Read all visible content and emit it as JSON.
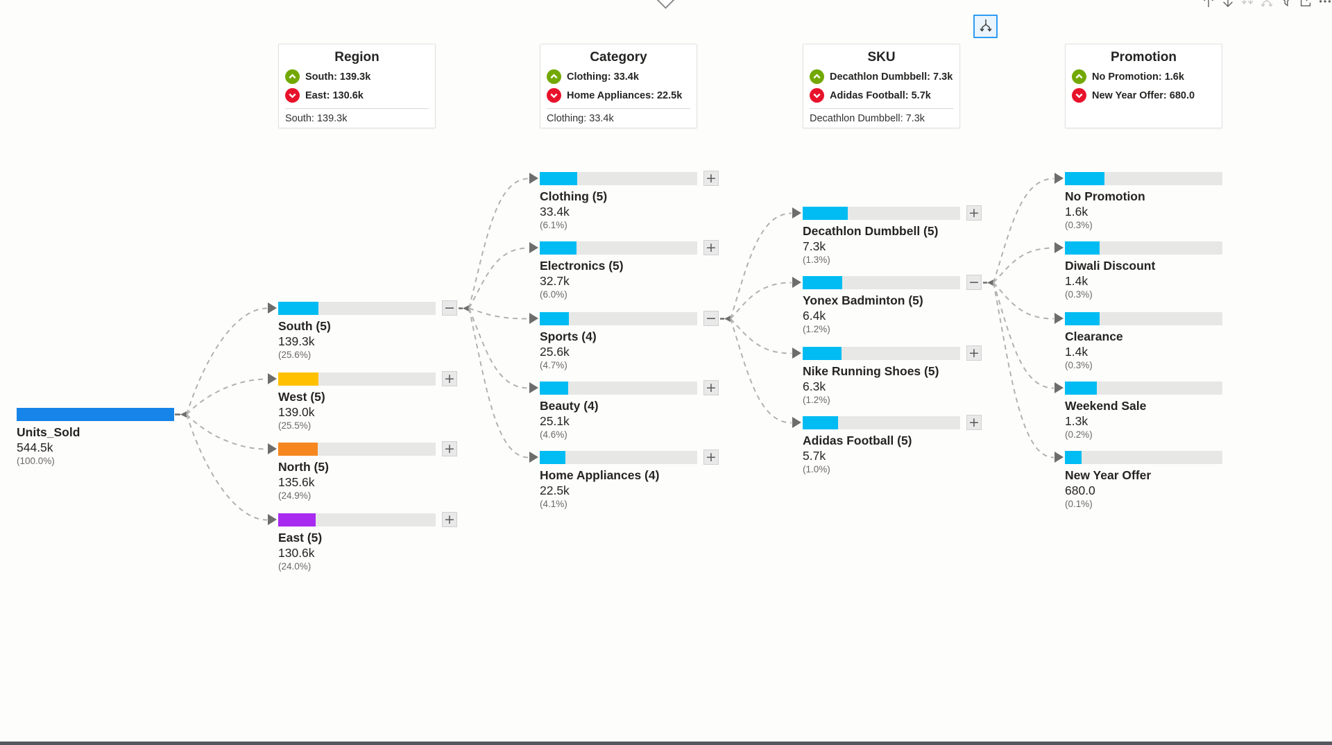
{
  "colors": {
    "root_bar": "#1684e8",
    "cyan_bar": "#00bcf2",
    "west_bar": "#ffc000",
    "north_bar": "#f6871f",
    "east_bar": "#a82bef",
    "increase_badge": "#72a800",
    "decrease_badge": "#e8122b",
    "tree_button_border": "#2d9bf3",
    "bar_track": "#e7e7e6",
    "connector": "#b1b1b1"
  },
  "button_glyphs": {
    "plus": "+",
    "minus": "−"
  },
  "toolbar": {
    "icons": [
      "drill-up",
      "drill-down",
      "go-to-next-level",
      "expand-all",
      "filter",
      "focus-mode",
      "more-options"
    ]
  },
  "headers": [
    {
      "title": "Region",
      "high": "South: 139.3k",
      "low": "East: 130.6k",
      "selected": "South: 139.3k"
    },
    {
      "title": "Category",
      "high": "Clothing: 33.4k",
      "low": "Home Appliances: 22.5k",
      "selected": "Clothing: 33.4k"
    },
    {
      "title": "SKU",
      "high": "Decathlon Dumbbell: 7.3k",
      "low": "Adidas Football: 5.7k",
      "selected": "Decathlon Dumbbell: 7.3k"
    },
    {
      "title": "Promotion",
      "high": "No Promotion: 1.6k",
      "low": "New Year Offer: 680.0",
      "selected": ""
    }
  ],
  "tree": {
    "root": {
      "name": "Units_Sold",
      "value": "544.5k",
      "pct": "(100.0%)",
      "fill": 1,
      "color": "#1684e8"
    },
    "columns": [
      {
        "level": "Region",
        "nodes": [
          {
            "name": "South (5)",
            "value": "139.3k",
            "pct": "(25.6%)",
            "fill": 0.256,
            "color": "#00bcf2",
            "button": "minus",
            "expanded": true
          },
          {
            "name": "West (5)",
            "value": "139.0k",
            "pct": "(25.5%)",
            "fill": 0.255,
            "color": "#ffc000",
            "button": "plus",
            "expanded": false
          },
          {
            "name": "North (5)",
            "value": "135.6k",
            "pct": "(24.9%)",
            "fill": 0.249,
            "color": "#f6871f",
            "button": "plus",
            "expanded": false
          },
          {
            "name": "East (5)",
            "value": "130.6k",
            "pct": "(24.0%)",
            "fill": 0.24,
            "color": "#a82bef",
            "button": "plus",
            "expanded": false
          }
        ]
      },
      {
        "level": "Category",
        "nodes": [
          {
            "name": "Clothing (5)",
            "value": "33.4k",
            "pct": "(6.1%)",
            "fill": 0.24,
            "color": "#00bcf2",
            "button": "plus",
            "expanded": false
          },
          {
            "name": "Electronics (5)",
            "value": "32.7k",
            "pct": "(6.0%)",
            "fill": 0.235,
            "color": "#00bcf2",
            "button": "plus",
            "expanded": false
          },
          {
            "name": "Sports (4)",
            "value": "25.6k",
            "pct": "(4.7%)",
            "fill": 0.184,
            "color": "#00bcf2",
            "button": "minus",
            "expanded": true
          },
          {
            "name": "Beauty (4)",
            "value": "25.1k",
            "pct": "(4.6%)",
            "fill": 0.18,
            "color": "#00bcf2",
            "button": "plus",
            "expanded": false
          },
          {
            "name": "Home Appliances (4)",
            "value": "22.5k",
            "pct": "(4.1%)",
            "fill": 0.162,
            "color": "#00bcf2",
            "button": "plus",
            "expanded": false
          }
        ]
      },
      {
        "level": "SKU",
        "nodes": [
          {
            "name": "Decathlon Dumbbell (5)",
            "value": "7.3k",
            "pct": "(1.3%)",
            "fill": 0.285,
            "color": "#00bcf2",
            "button": "plus",
            "expanded": false
          },
          {
            "name": "Yonex Badminton (5)",
            "value": "6.4k",
            "pct": "(1.2%)",
            "fill": 0.25,
            "color": "#00bcf2",
            "button": "minus",
            "expanded": true
          },
          {
            "name": "Nike Running Shoes (5)",
            "value": "6.3k",
            "pct": "(1.2%)",
            "fill": 0.246,
            "color": "#00bcf2",
            "button": "plus",
            "expanded": false
          },
          {
            "name": "Adidas Football (5)",
            "value": "5.7k",
            "pct": "(1.0%)",
            "fill": 0.223,
            "color": "#00bcf2",
            "button": "plus",
            "expanded": false
          }
        ]
      },
      {
        "level": "Promotion",
        "nodes": [
          {
            "name": "No Promotion",
            "value": "1.6k",
            "pct": "(0.3%)",
            "fill": 0.25,
            "color": "#00bcf2",
            "button": "none",
            "expanded": false
          },
          {
            "name": "Diwali Discount",
            "value": "1.4k",
            "pct": "(0.3%)",
            "fill": 0.219,
            "color": "#00bcf2",
            "button": "none",
            "expanded": false
          },
          {
            "name": "Clearance",
            "value": "1.4k",
            "pct": "(0.3%)",
            "fill": 0.219,
            "color": "#00bcf2",
            "button": "none",
            "expanded": false
          },
          {
            "name": "Weekend Sale",
            "value": "1.3k",
            "pct": "(0.2%)",
            "fill": 0.203,
            "color": "#00bcf2",
            "button": "none",
            "expanded": false
          },
          {
            "name": "New Year Offer",
            "value": "680.0",
            "pct": "(0.1%)",
            "fill": 0.106,
            "color": "#00bcf2",
            "button": "none",
            "expanded": false
          }
        ]
      }
    ]
  },
  "chart_data": {
    "type": "tree",
    "title": "Units_Sold decomposition tree",
    "measure": "Units_Sold",
    "levels": [
      "Region",
      "Category",
      "SKU",
      "Promotion"
    ],
    "selected_path": [
      "South",
      "Sports",
      "Yonex Badminton"
    ],
    "root": {
      "label": "Units_Sold",
      "display": "544.5k",
      "percent_of_total": 100.0
    },
    "region_breakdown": [
      {
        "label": "South",
        "display": "139.3k",
        "percent_of_total": 25.6
      },
      {
        "label": "West",
        "display": "139.0k",
        "percent_of_total": 25.5
      },
      {
        "label": "North",
        "display": "135.6k",
        "percent_of_total": 24.9
      },
      {
        "label": "East",
        "display": "130.6k",
        "percent_of_total": 24.0
      }
    ],
    "category_breakdown_of_south": [
      {
        "label": "Clothing",
        "display": "33.4k",
        "percent_of_total": 6.1
      },
      {
        "label": "Electronics",
        "display": "32.7k",
        "percent_of_total": 6.0
      },
      {
        "label": "Sports",
        "display": "25.6k",
        "percent_of_total": 4.7
      },
      {
        "label": "Beauty",
        "display": "25.1k",
        "percent_of_total": 4.6
      },
      {
        "label": "Home Appliances",
        "display": "22.5k",
        "percent_of_total": 4.1
      }
    ],
    "sku_breakdown_of_south_sports": [
      {
        "label": "Decathlon Dumbbell",
        "display": "7.3k",
        "percent_of_total": 1.3
      },
      {
        "label": "Yonex Badminton",
        "display": "6.4k",
        "percent_of_total": 1.2
      },
      {
        "label": "Nike Running Shoes",
        "display": "6.3k",
        "percent_of_total": 1.2
      },
      {
        "label": "Adidas Football",
        "display": "5.7k",
        "percent_of_total": 1.0
      }
    ],
    "promotion_breakdown_of_yonex": [
      {
        "label": "No Promotion",
        "display": "1.6k",
        "percent_of_total": 0.3
      },
      {
        "label": "Diwali Discount",
        "display": "1.4k",
        "percent_of_total": 0.3
      },
      {
        "label": "Clearance",
        "display": "1.4k",
        "percent_of_total": 0.3
      },
      {
        "label": "Weekend Sale",
        "display": "1.3k",
        "percent_of_total": 0.2
      },
      {
        "label": "New Year Offer",
        "display": "680.0",
        "percent_of_total": 0.1
      }
    ]
  }
}
